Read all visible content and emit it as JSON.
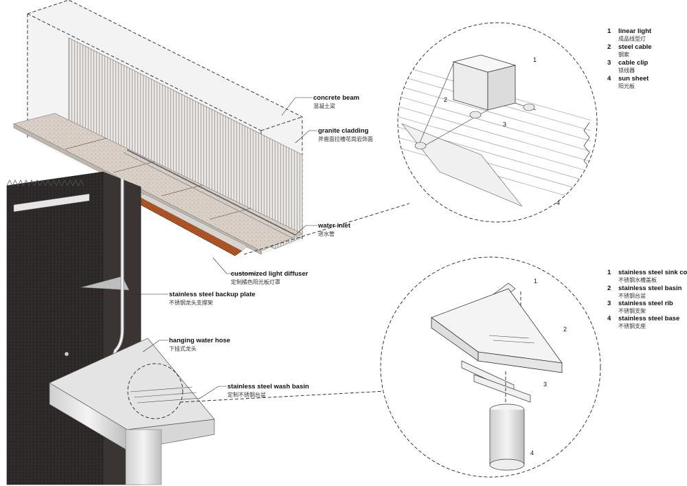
{
  "main_labels": [
    {
      "en": "concrete beam",
      "cn": "混凝土梁"
    },
    {
      "en": "granite cladding",
      "cn": "斧凿面拉槽花岗岩饰面"
    },
    {
      "en": "water inlet",
      "cn": "进水管"
    },
    {
      "en": "customized light diffuser",
      "cn": "定制橘色阳光板灯罩"
    },
    {
      "en": "stainless steel backup plate",
      "cn": "不锈钢龙头支撑架"
    },
    {
      "en": "hanging water hose",
      "cn": "下挂式龙头"
    },
    {
      "en": "stainless steel wash basin",
      "cn": "定制不锈钢台盆"
    }
  ],
  "detail_top": {
    "legend": [
      {
        "num": "1",
        "en": "linear light",
        "cn": "成品线型灯"
      },
      {
        "num": "2",
        "en": "steel cable",
        "cn": "钢索"
      },
      {
        "num": "3",
        "en": "cable clip",
        "cn": "锁线器"
      },
      {
        "num": "4",
        "en": "sun sheet",
        "cn": "阳光板"
      }
    ],
    "callouts": [
      "1",
      "2",
      "3",
      "4"
    ]
  },
  "detail_bottom": {
    "legend": [
      {
        "num": "1",
        "en": "stainless steel sink cover",
        "cn": "不锈钢水槽盖板"
      },
      {
        "num": "2",
        "en": "stainless steel basin",
        "cn": "不锈钢台盆"
      },
      {
        "num": "3",
        "en": "stainless steel rib",
        "cn": "不锈钢支架"
      },
      {
        "num": "4",
        "en": "stainless steel base",
        "cn": "不锈钢支座"
      }
    ],
    "callouts": [
      "1",
      "2",
      "3",
      "4"
    ]
  }
}
